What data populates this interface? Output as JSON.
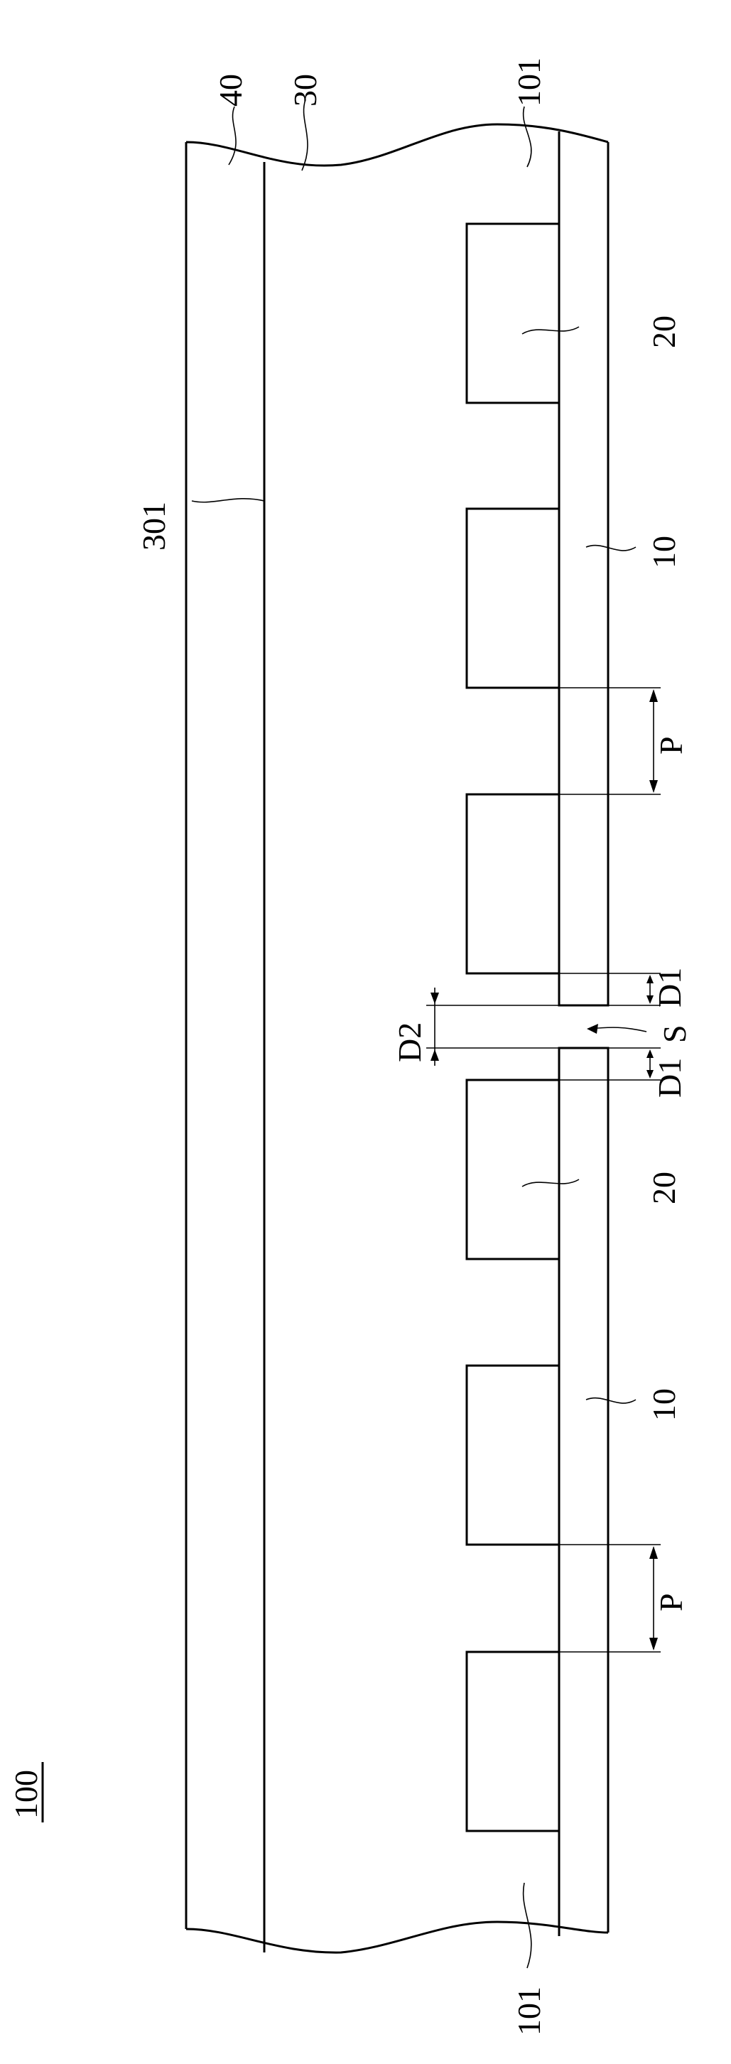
{
  "figure": {
    "reference_numeral": "100",
    "labels": {
      "layer_40": "40",
      "layer_30": "30",
      "surface_101_top": "101",
      "surface_101_bottom": "101",
      "interface_301": "301",
      "element_20_top": "20",
      "element_20_mid": "20",
      "substrate_10_top": "10",
      "substrate_10_bottom": "10",
      "pitch_top": "P",
      "pitch_bottom": "P",
      "gap_d1_top": "D1",
      "gap_d1_bottom": "D1",
      "gap_d2": "D2",
      "slit_s": "S"
    }
  }
}
